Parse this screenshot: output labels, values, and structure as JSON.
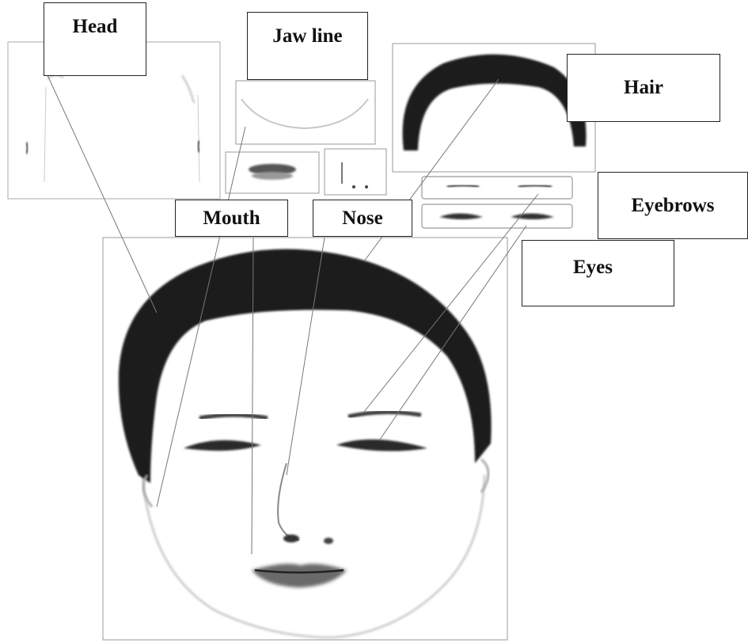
{
  "labels": {
    "head": "Head",
    "jaw_line": "Jaw line",
    "hair": "Hair",
    "eyebrows": "Eyebrows",
    "mouth": "Mouth",
    "nose": "Nose",
    "eyes": "Eyes"
  },
  "colors": {
    "hair": "#1e1e1e",
    "feature_dark": "#3a3a3a",
    "line": "#777777",
    "frame": "#999999",
    "label_border": "#222222",
    "background": "#ffffff"
  }
}
